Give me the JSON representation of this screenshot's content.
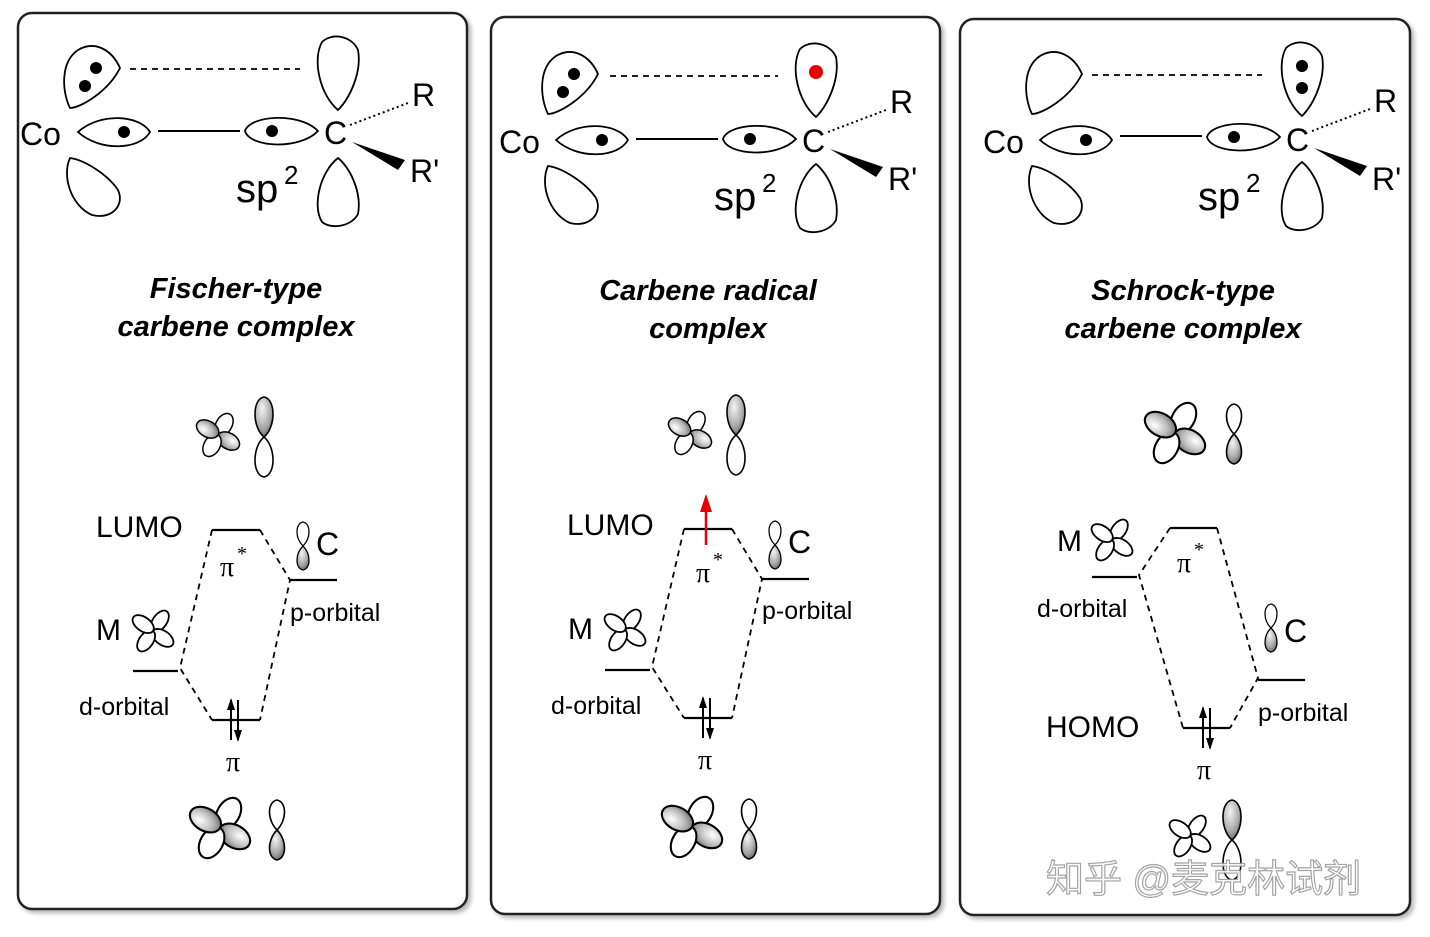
{
  "panels": [
    {
      "title_line1": "Fischer-type",
      "title_line2": "carbene complex",
      "metal_atom": "Co",
      "carbon_atom": "C",
      "substituent_1": "R",
      "substituent_2": "R'",
      "hybrid": "sp",
      "hybrid_sup": "2",
      "upper_label": "LUMO",
      "upper_mo": "π",
      "upper_mo_sup": "*",
      "lower_mo": "π",
      "metal_label": "M",
      "metal_orbital": "d-orbital",
      "carbon_label": "C",
      "carbon_orbital": "p-orbital"
    },
    {
      "title_line1": "Carbene radical",
      "title_line2": "complex",
      "metal_atom": "Co",
      "carbon_atom": "C",
      "substituent_1": "R",
      "substituent_2": "R'",
      "hybrid": "sp",
      "hybrid_sup": "2",
      "upper_label": "LUMO",
      "upper_mo": "π",
      "upper_mo_sup": "*",
      "lower_mo": "π",
      "metal_label": "M",
      "metal_orbital": "d-orbital",
      "carbon_label": "C",
      "carbon_orbital": "p-orbital"
    },
    {
      "title_line1": "Schrock-type",
      "title_line2": "carbene complex",
      "metal_atom": "Co",
      "carbon_atom": "C",
      "substituent_1": "R",
      "substituent_2": "R'",
      "hybrid": "sp",
      "hybrid_sup": "2",
      "lower_label": "HOMO",
      "upper_mo": "π",
      "upper_mo_sup": "*",
      "lower_mo": "π",
      "metal_label": "M",
      "metal_orbital": "d-orbital",
      "carbon_label": "C",
      "carbon_orbital": "p-orbital"
    }
  ],
  "watermark": "知乎 @麦克林试剂",
  "colors": {
    "radical_electron": "#e60000",
    "lobe_shade_dark": "#7a7a7a",
    "lobe_shade_light": "#ffffff"
  }
}
